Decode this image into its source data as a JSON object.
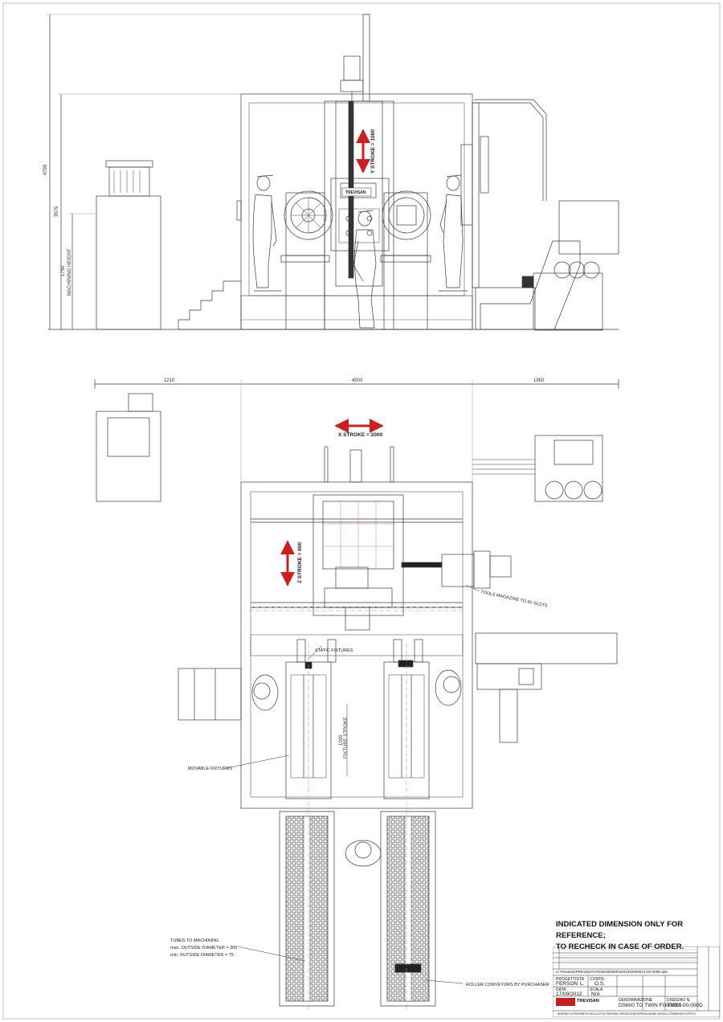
{
  "dimensions": {
    "height_overall": "4795",
    "height_mid": "3575",
    "machining_height_value": "1750",
    "machining_height_label": "MACHINING HEIGHT",
    "width_left": "2210",
    "width_center": "4500",
    "width_right": "1950",
    "fixture_stroke_value": "1000",
    "fixture_stroke_label": "FIXTURE STROKE"
  },
  "strokes": {
    "y": "Y STROKE = 1000",
    "x": "X STROKE = 2000",
    "z": "Z STROKE = 600"
  },
  "callouts": {
    "tools_magazine": "TOOLS MAGAZINE TO 40 SLOTS",
    "static_fixtures": "STATIC FIXTURES",
    "movable_fixtures": "MOVABLE FIXTURES",
    "tubes_line1": "TUBES TO MACHINING",
    "tubes_line2": "max. OUTSIDE DIAMETER = 300",
    "tubes_line3": "min. OUTSIDE DIAMETER = 75",
    "roller_conveyors": "ROLLER CONVEYORS BY PURCHASER"
  },
  "brand_plate": "TREVISAN",
  "note": {
    "line1": "INDICATED DIMENSION ONLY FOR REFERENCE;",
    "line2": "TO RECHECK IN CASE OF ORDER."
  },
  "title_block": {
    "file_path": "U:\\Trevisan\\PREVENTIVI\\Clienti\\0000\\s0013\\00\\s0013-00-000D.idw",
    "designer": "FERSON",
    "designer_initial": "L.",
    "checker": "O.S.",
    "date": "17/09/2012",
    "scale": "N/A",
    "company": "TREVISAN",
    "title": "DS600 TO TWIN FIXTURE",
    "drawing_number": "s0013-00-000D",
    "labels": {
      "designer": "PROGETTISTA",
      "checker": "CONTR.",
      "date": "DATA",
      "scale": "SCALA",
      "title": "DENOMINAZIONE",
      "drawing": "DISEGNO N."
    },
    "footer": "DISEGNO DI PROPRIETA' DELLA DITTA TREVISAN  VIETATA OGNI RIPRODUZIONE SENZA IL CONSENSO SCRITTO"
  },
  "colors": {
    "line": "#3a3a3a",
    "red_axis": "#cc2020",
    "centerline": "#d08080"
  }
}
